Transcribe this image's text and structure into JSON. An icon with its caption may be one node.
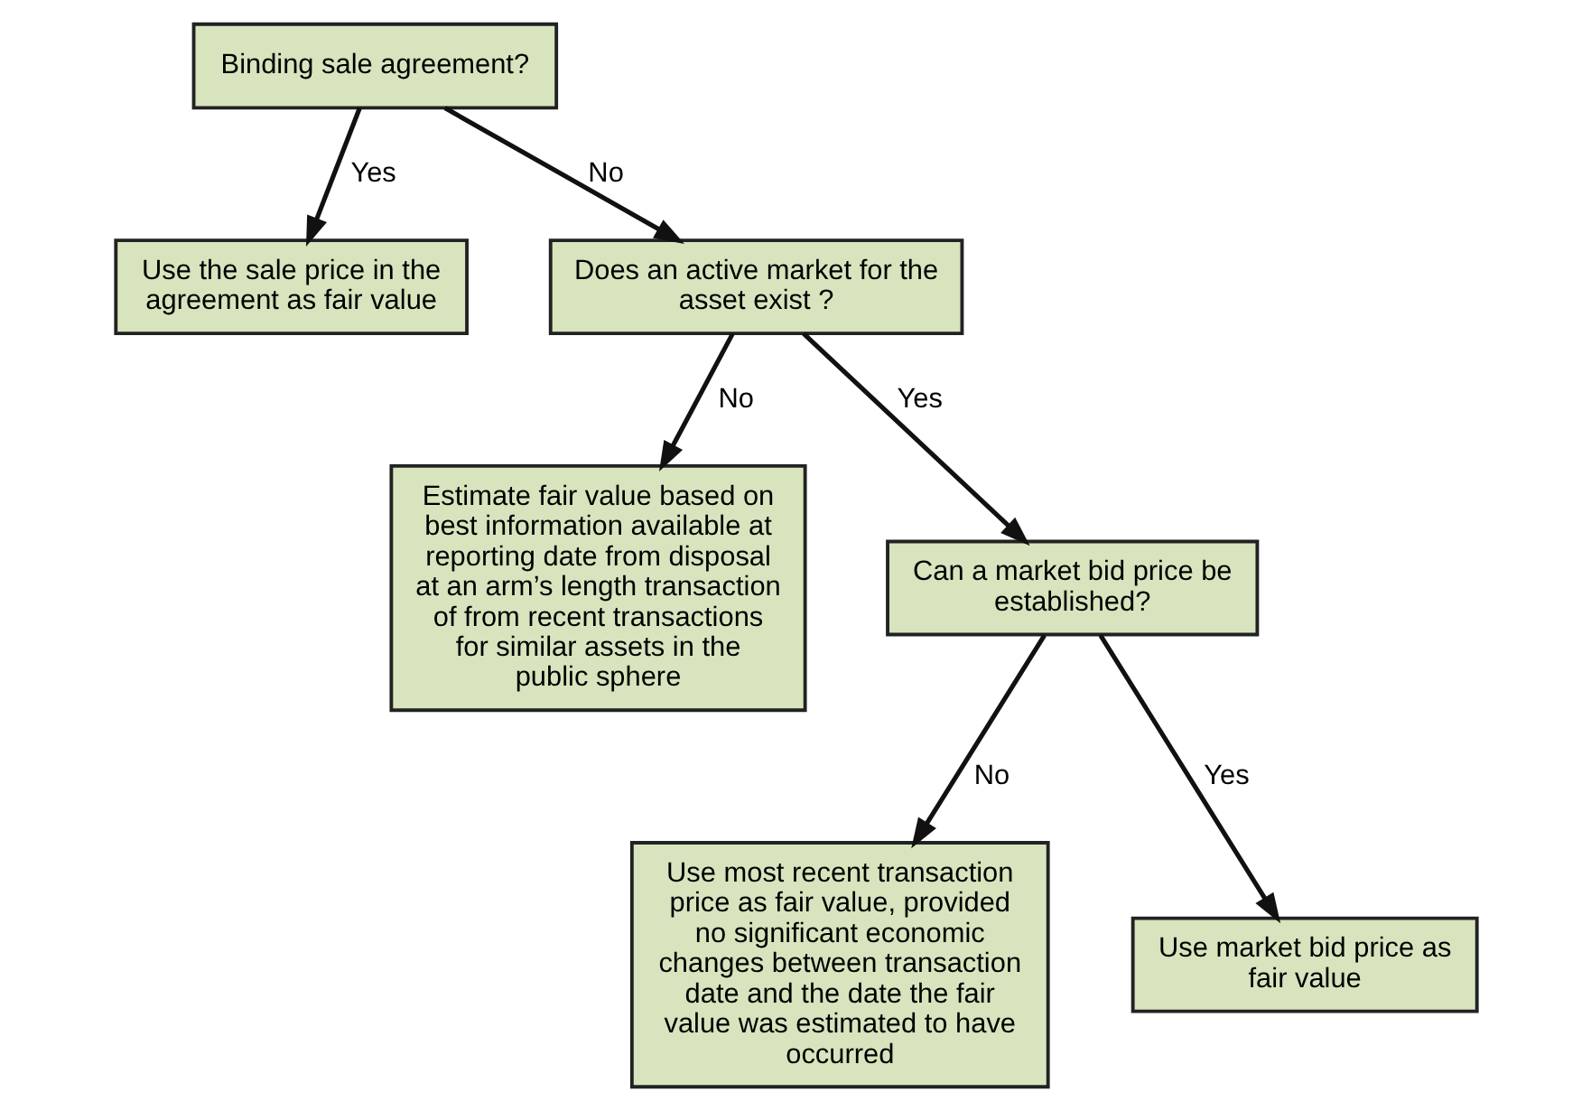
{
  "diagram": {
    "nodes": [
      {
        "text": [
          "Binding sale agreement?"
        ]
      },
      {
        "text": [
          "Use the sale price in the agreement as fair value"
        ]
      },
      {
        "text": [
          "Does an active market for the asset exist ?"
        ]
      },
      {
        "text": [
          "Estimate fair value based on best information available at reporting date from disposal at an arm’s length transaction of from recent transactions for similar assets in the public sphere"
        ]
      },
      {
        "text": [
          "Can a market bid price be established?"
        ]
      },
      {
        "text": [
          "Use most recent transaction price as fair value, provided no significant economic changes between transaction date and the date the fair value was estimated to have occurred"
        ]
      },
      {
        "text": [
          "Use market bid price as fair value"
        ]
      }
    ],
    "edges": [
      {
        "from": 0,
        "to": 1,
        "arrow": "to",
        "label": "Yes"
      },
      {
        "from": 0,
        "to": 2,
        "arrow": "to",
        "label": "No"
      },
      {
        "from": 2,
        "to": 3,
        "arrow": "to",
        "label": "No"
      },
      {
        "from": 2,
        "to": 4,
        "arrow": "to",
        "label": "Yes"
      },
      {
        "from": 4,
        "to": 5,
        "arrow": "to",
        "label": "No"
      },
      {
        "from": 4,
        "to": 6,
        "arrow": "to",
        "label": "Yes"
      }
    ]
  }
}
